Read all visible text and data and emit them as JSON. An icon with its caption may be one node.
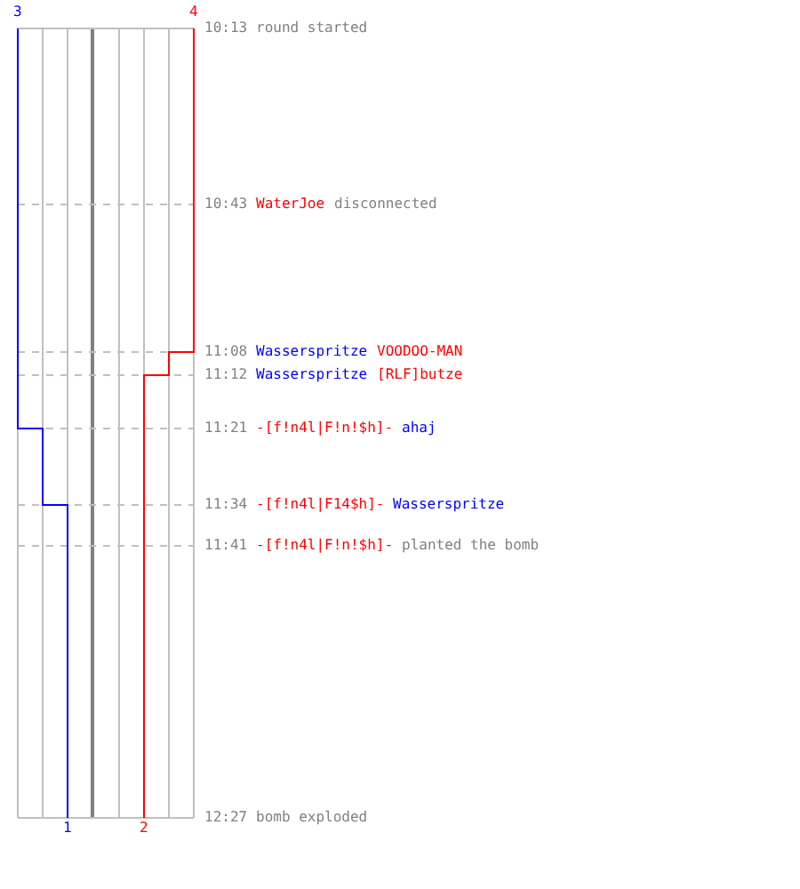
{
  "diagram": {
    "labels": [
      "3",
      "4",
      "10:13",
      "round started",
      "10:43",
      "WaterJoe",
      "disconnected",
      "11:08",
      "Wasserspritze",
      "VOODOO-MAN",
      "11:12",
      "Wasserspritze",
      "[RLF]butze",
      "11:21",
      "-[f!n4l|F!n!$h]-",
      "ahaj",
      "11:34",
      "-[f!n4l|F14$h]-",
      "Wasserspritze",
      "11:41",
      "-[f!n4l|F!n!$h]-",
      "planted the bomb",
      "12:27",
      "bomb exploded",
      "1",
      "2"
    ]
  }
}
